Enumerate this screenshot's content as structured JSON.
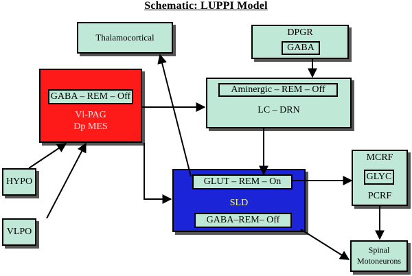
{
  "title": "Schematic:  LUPPI  Model",
  "colors": {
    "box_fill": "#bfe8d6",
    "red_box": "#ff1a1a",
    "blue_box": "#1c24d8",
    "red_text": "#ffe0e0",
    "blue_text": "#ffff66"
  },
  "nodes": {
    "thalamocortical": "Thalamocortical",
    "dpgr": "DPGR",
    "dpgr_inner": "GABA",
    "aminergic_inner": "Aminergic  – REM – Off",
    "lc_drn": "LC – DRN",
    "red_inner": "GABA – REM –  Off",
    "vlpag": "Vl-PAG",
    "dpmes": "Dp MES",
    "hypo": "HYPO",
    "vlpo": "VLPO",
    "glut": "GLUT – REM – On",
    "sld": "SLD",
    "gaba_sld": "GABA–REM– Off",
    "mcrf": "MCRF",
    "glyc": "GLYC",
    "pcrf": "PCRF",
    "spinal": "Spinal",
    "motoneurons": "Motoneurons"
  }
}
